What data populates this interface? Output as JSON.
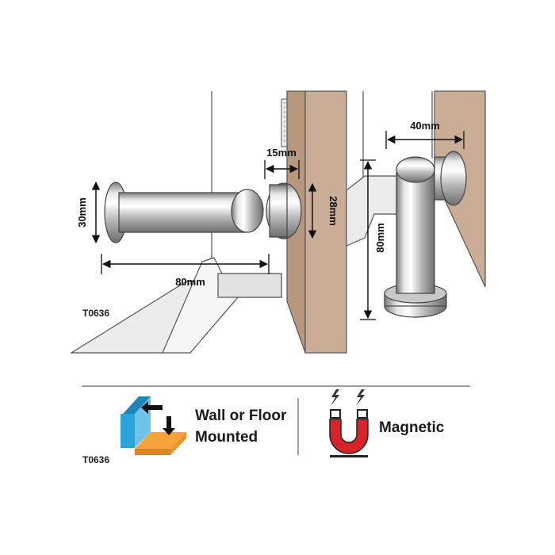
{
  "diagram": {
    "dimensions": {
      "left_diameter": "30mm",
      "left_length": "80mm",
      "left_head_depth": "15mm",
      "left_head_diameter": "28mm",
      "right_projection": "40mm",
      "right_height": "80mm"
    },
    "product_code": "T0636"
  },
  "features": {
    "product_code": "T0636",
    "mount_line1": "Wall or Floor",
    "mount_line2": "Mounted",
    "magnetic_label": "Magnetic"
  },
  "colors": {
    "wood": "#c9ad95",
    "wood_dark": "#b8987d",
    "floor": "#e6e6e6",
    "line": "#444444",
    "icon_blue": "#2aa3da",
    "icon_orange": "#f5a33a",
    "magnet_red": "#d8232a"
  },
  "icons": {
    "mount": "wall-floor-mount-icon",
    "magnet": "magnet-icon"
  }
}
